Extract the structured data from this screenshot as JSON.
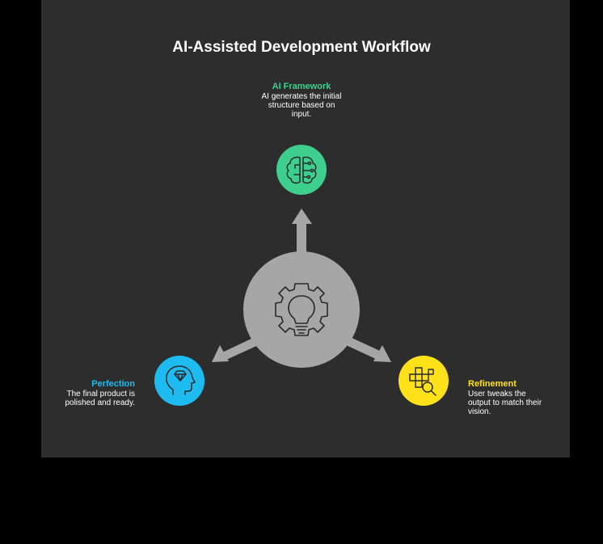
{
  "title": "AI-Assisted Development Workflow",
  "colors": {
    "page_background": "#000000",
    "panel_background": "#2d2d2d",
    "hub": "#a6a6a6",
    "framework": "#3ecf8e",
    "refinement": "#ffe11a",
    "perfection": "#1ebbf0",
    "icon_stroke": "#2b2b2b"
  },
  "hub": {
    "icon": "lightbulb-gear-icon"
  },
  "steps": {
    "framework": {
      "heading": "AI Framework",
      "description_lines": [
        "AI generates the initial",
        "structure based on",
        "input."
      ],
      "icon": "brain-circuit-icon"
    },
    "refinement": {
      "heading": "Refinement",
      "description_lines": [
        "User tweaks the",
        "output to match their",
        "vision."
      ],
      "icon": "grid-magnifier-icon"
    },
    "perfection": {
      "heading": "Perfection",
      "description_lines": [
        "The final product is",
        "polished and ready."
      ],
      "icon": "head-diamond-icon"
    }
  }
}
